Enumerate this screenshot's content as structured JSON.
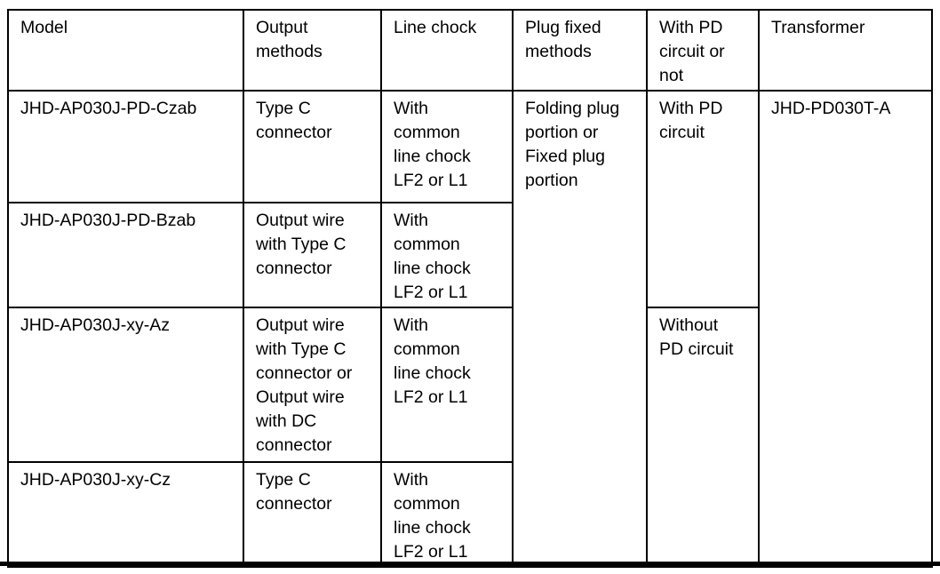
{
  "table": {
    "headers": [
      "Model",
      "Output\nmethods",
      "Line chock",
      "Plug fixed\nmethods",
      "With PD\ncircuit or\nnot",
      "Transformer"
    ],
    "rows": [
      {
        "model": "JHD-AP030J-PD-Czab",
        "output_method": "Type C\nconnector",
        "line_chock": "With\ncommon\nline chock\nLF2 or L1"
      },
      {
        "model": "JHD-AP030J-PD-Bzab",
        "output_method": "Output wire\nwith Type C\nconnector",
        "line_chock": "With\ncommon\nline chock\nLF2 or L1"
      },
      {
        "model": "JHD-AP030J-xy-Az",
        "output_method": "Output wire\nwith Type C\nconnector or\nOutput wire\nwith DC\nconnector",
        "line_chock": "With\ncommon\nline chock\nLF2 or L1"
      },
      {
        "model": "JHD-AP030J-xy-Cz",
        "output_method": "Type C\nconnector",
        "line_chock": "With\ncommon\nline chock\nLF2 or L1"
      }
    ],
    "merged_cells": {
      "plug_fixed_methods": "Folding plug\nportion or\nFixed plug\nportion",
      "with_pd": "With PD\ncircuit",
      "without_pd": "Without\nPD circuit",
      "transformer": "JHD-PD030T-A"
    }
  },
  "colors": {
    "text": "#000000",
    "border": "#000000",
    "background": "#ffffff"
  }
}
